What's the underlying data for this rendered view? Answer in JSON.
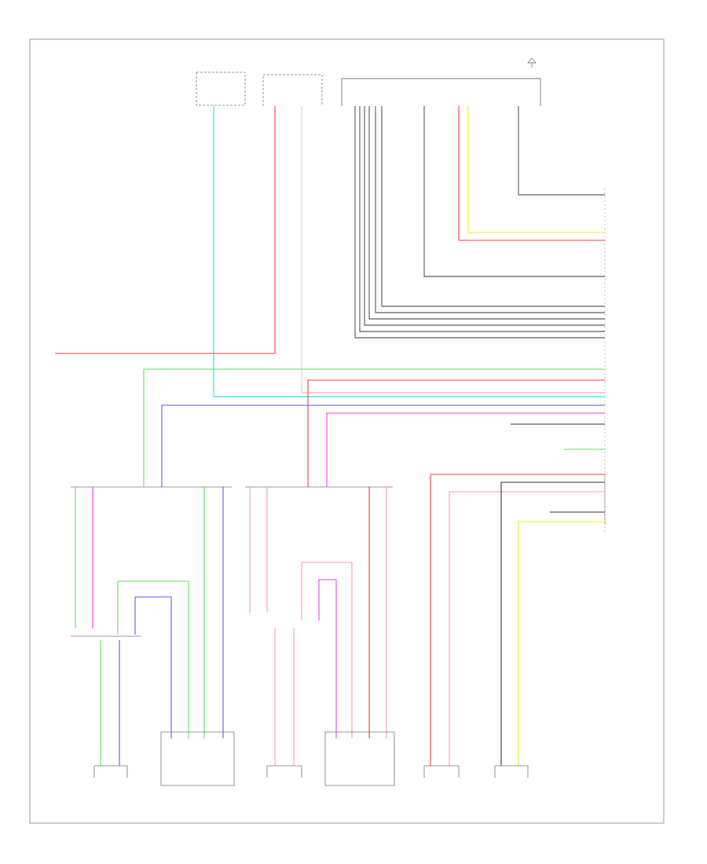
{
  "diagram": {
    "frame_label": "",
    "colors": {
      "red": "#ff2a2a",
      "pink": "#ff9aa6",
      "cyan": "#22e6ee",
      "green": "#5be35b",
      "blue": "#5a5af0",
      "magenta": "#f03cf0",
      "yellow": "#ecec2a",
      "black": "#333333",
      "gray": "#bdbdbd",
      "frame": "#9a9a9a"
    },
    "notes": [
      "",
      "",
      "",
      ""
    ],
    "components": [
      {
        "id": "top-left-module",
        "label": ""
      },
      {
        "id": "ignition-switch",
        "label": ""
      },
      {
        "id": "stereo-component-amplifier",
        "label": ""
      },
      {
        "id": "ground-point",
        "label": ""
      },
      {
        "id": "right-connector-block",
        "label": ""
      },
      {
        "id": "front-left-door-junction",
        "label": ""
      },
      {
        "id": "front-right-door-junction",
        "label": ""
      },
      {
        "id": "rear-speaker-junction",
        "label": ""
      },
      {
        "id": "right-front-speaker",
        "label": ""
      },
      {
        "id": "right-front-tweeter",
        "label": ""
      },
      {
        "id": "left-front-speaker",
        "label": ""
      },
      {
        "id": "left-front-tweeter",
        "label": ""
      },
      {
        "id": "right-rear-speaker",
        "label": ""
      },
      {
        "id": "left-rear-speaker",
        "label": ""
      }
    ]
  }
}
